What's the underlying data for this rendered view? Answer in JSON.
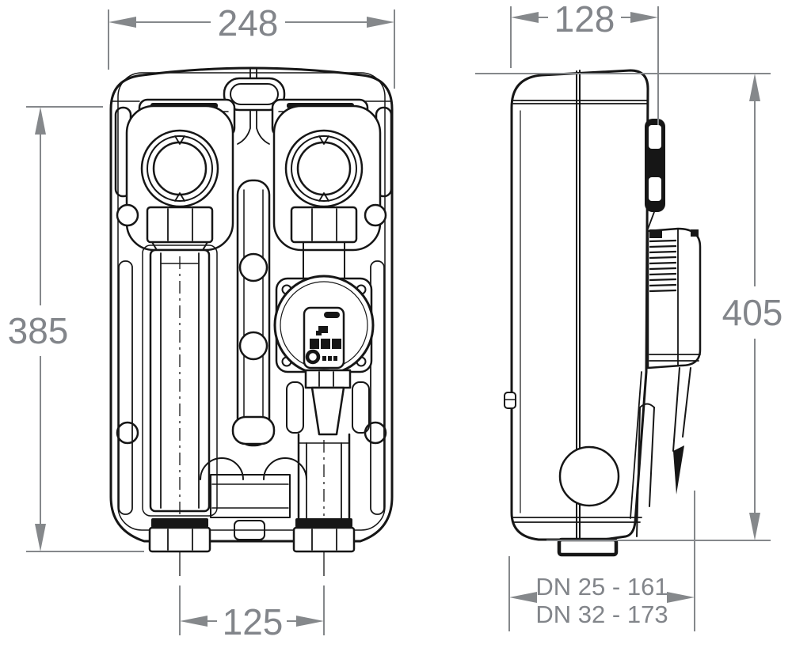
{
  "drawing": {
    "colors": {
      "line": "#161616",
      "dimension": "#85888b",
      "background": "#ffffff"
    },
    "dimensions": {
      "front_width": "248",
      "side_width": "128",
      "front_height": "385",
      "side_height": "405",
      "pipe_spacing": "125",
      "depth_line1": "DN 25 - 161",
      "depth_line2": "DN 32 - 173"
    }
  }
}
